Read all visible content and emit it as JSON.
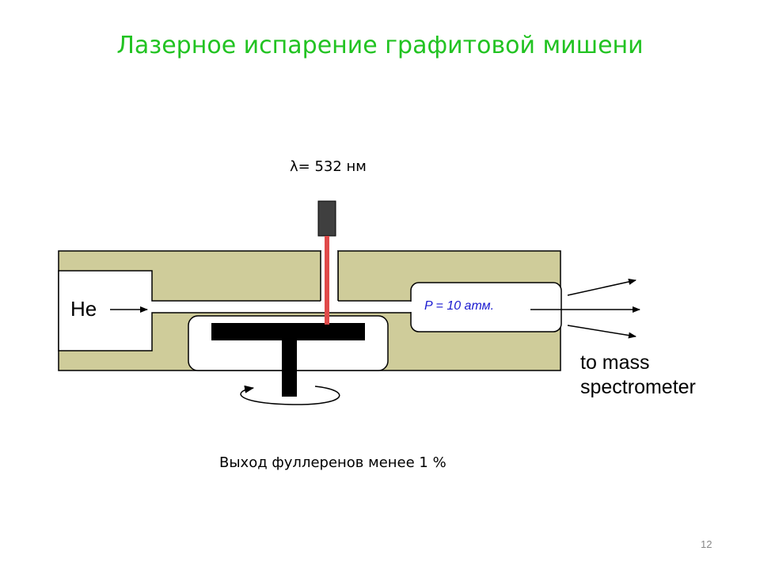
{
  "slide": {
    "title": "Лазерное испарение графитовой мишени",
    "wavelength_label": "λ= 532 нм",
    "yield_text": "Выход фуллеренов менее 1 %",
    "page_number": "12"
  },
  "diagram": {
    "gas_label": "He",
    "pressure_label": "P = 10 атм.",
    "output_label_line1": "to mass",
    "output_label_line2": "spectrometer",
    "colors": {
      "chamber": "#cfcc9a",
      "laser_beam": "#e04a4a",
      "laser_head": "#3f3f3f",
      "pressure_text": "#1a1ad0",
      "title": "#22c322"
    }
  }
}
